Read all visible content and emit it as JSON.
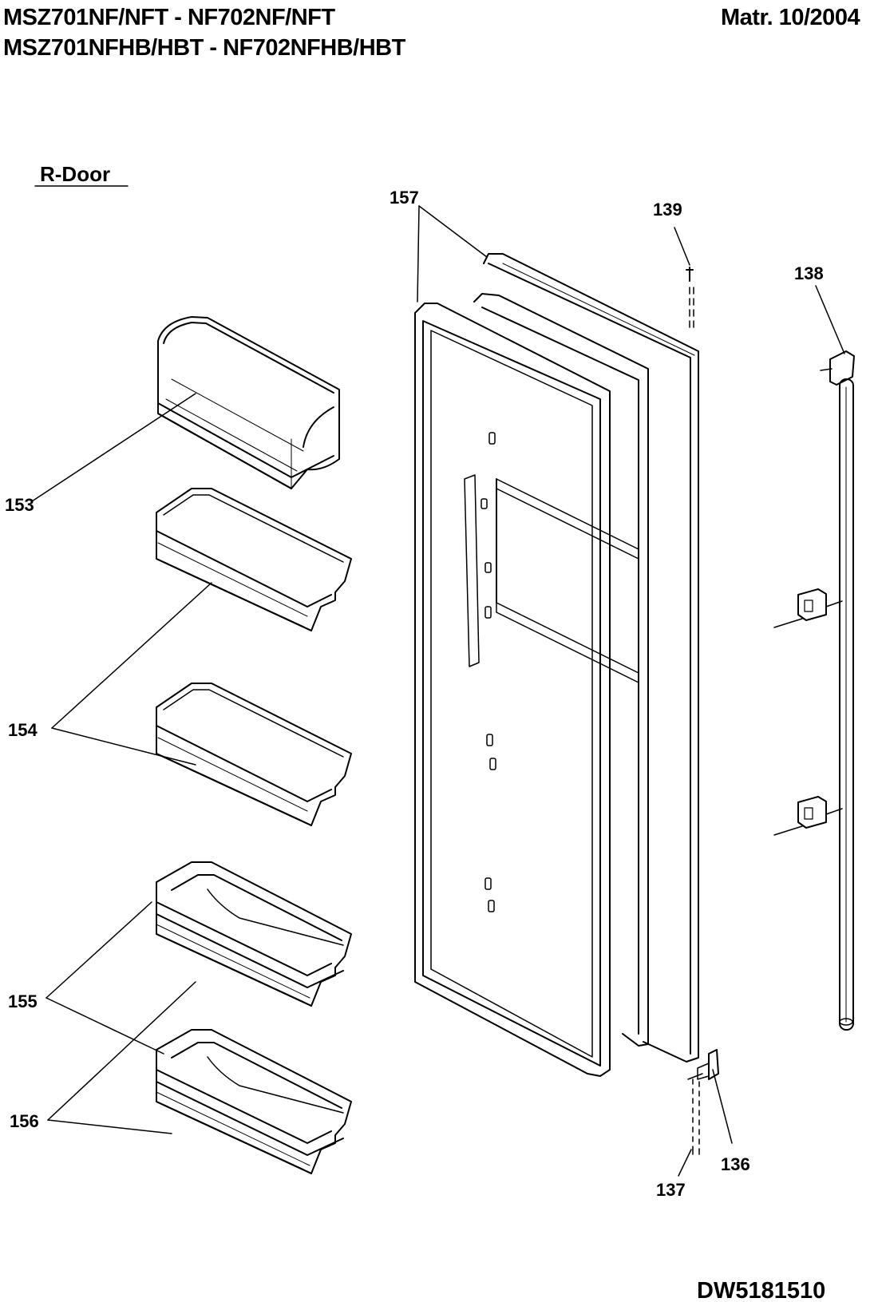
{
  "header": {
    "model_line_1": "MSZ701NF/NFT - NF702NF/NFT",
    "model_line_2": "MSZ701NFHB/HBT - NF702NFHB/HBT",
    "date": "Matr. 10/2004"
  },
  "section_title": "R-Door",
  "callouts": {
    "p136": "136",
    "p137": "137",
    "p138": "138",
    "p139": "139",
    "p153": "153",
    "p154": "154",
    "p155": "155",
    "p156": "156",
    "p157": "157"
  },
  "drawing_number": "DW5181510"
}
